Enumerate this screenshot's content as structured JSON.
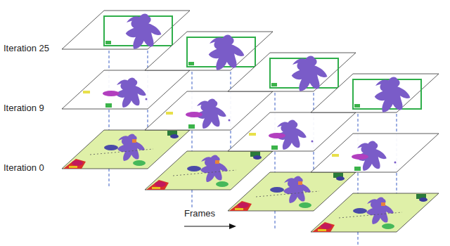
{
  "diagram": {
    "labels": [
      "Iteration 25",
      "Iteration 9",
      "Iteration 0",
      "Frames"
    ]
  }
}
